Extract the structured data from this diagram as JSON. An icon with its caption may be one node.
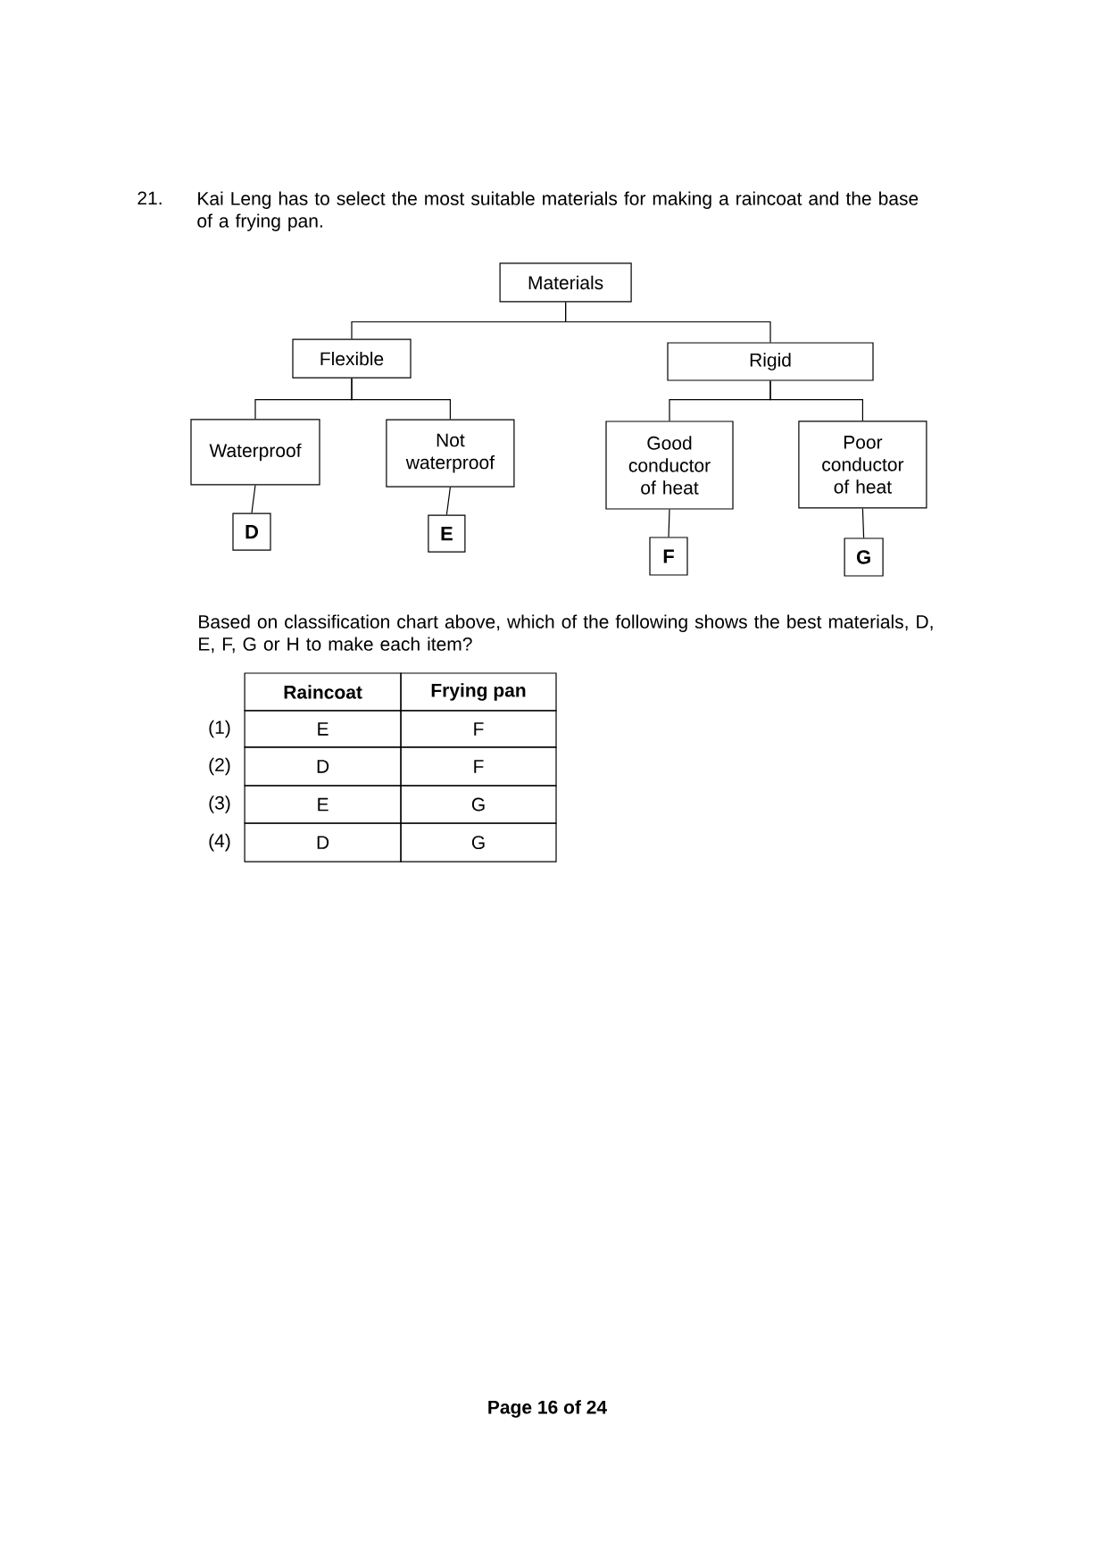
{
  "diagram": {
    "nodes": [
      {
        "text": [
          "Materials"
        ]
      },
      {
        "text": [
          "Flexible"
        ]
      },
      {
        "text": [
          "Rigid"
        ]
      },
      {
        "text": [
          "Waterproof"
        ]
      },
      {
        "text": [
          "Not waterproof"
        ]
      },
      {
        "text": [
          "Good conductor of heat"
        ]
      },
      {
        "text": [
          "Poor conductor of heat"
        ]
      },
      {
        "text": [
          "D"
        ]
      },
      {
        "text": [
          "E"
        ]
      },
      {
        "text": [
          "F"
        ]
      },
      {
        "text": [
          "G"
        ]
      }
    ],
    "edges": [
      {
        "from": 0,
        "to": 1,
        "arrow": "none"
      },
      {
        "from": 0,
        "to": 2,
        "arrow": "none"
      },
      {
        "from": 1,
        "to": 3,
        "arrow": "none"
      },
      {
        "from": 1,
        "to": 4,
        "arrow": "none"
      },
      {
        "from": 2,
        "to": 5,
        "arrow": "none"
      },
      {
        "from": 2,
        "to": 6,
        "arrow": "none"
      },
      {
        "from": 3,
        "to": 7,
        "arrow": "none"
      },
      {
        "from": 4,
        "to": 8,
        "arrow": "none"
      },
      {
        "from": 5,
        "to": 9,
        "arrow": "none"
      },
      {
        "from": 6,
        "to": 10,
        "arrow": "none"
      }
    ],
    "labels": [
      "21.",
      "Kai Leng has to select the most suitable materials for making a raincoat and the base of a frying pan.",
      "Based on classification chart above, which of the following shows the best materials, D, E, F, G or H to make each item?",
      "Raincoat",
      "Frying pan",
      "(1)",
      "E",
      "F",
      "(2)",
      "D",
      "F",
      "(3)",
      "E",
      "G",
      "(4)",
      "D",
      "G",
      "Page 16 of 24"
    ]
  }
}
